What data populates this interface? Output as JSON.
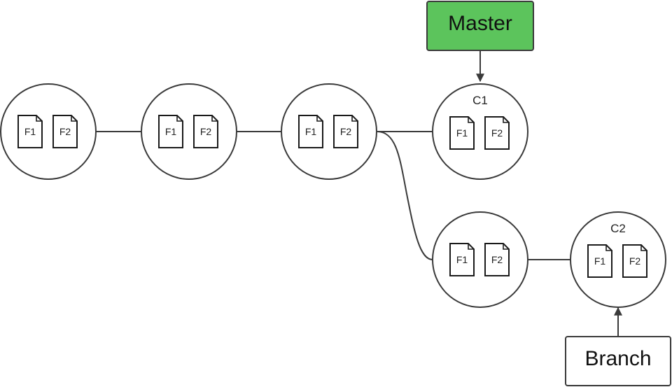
{
  "colors": {
    "master_fill": "#5cc45c",
    "branch_fill": "#ffffff",
    "line": "#3a3a3a",
    "node_fill": "#ffffff"
  },
  "refs": {
    "master": {
      "label": "Master",
      "icon": "arrow-down-icon"
    },
    "branch": {
      "label": "Branch",
      "icon": "arrow-up-icon"
    }
  },
  "commits": [
    {
      "id": "commit-1",
      "label": "",
      "files": [
        "F1",
        "F2"
      ]
    },
    {
      "id": "commit-2",
      "label": "",
      "files": [
        "F1",
        "F2"
      ]
    },
    {
      "id": "commit-3",
      "label": "",
      "files": [
        "F1",
        "F2"
      ]
    },
    {
      "id": "commit-c1",
      "label": "C1",
      "files": [
        "F1",
        "F2"
      ]
    },
    {
      "id": "commit-4",
      "label": "",
      "files": [
        "F1",
        "F2"
      ]
    },
    {
      "id": "commit-c2",
      "label": "C2",
      "files": [
        "F1",
        "F2"
      ]
    }
  ],
  "edges": [
    {
      "from": "commit-1",
      "to": "commit-2"
    },
    {
      "from": "commit-2",
      "to": "commit-3"
    },
    {
      "from": "commit-3",
      "to": "commit-c1"
    },
    {
      "from": "commit-3",
      "to": "commit-4"
    },
    {
      "from": "commit-4",
      "to": "commit-c2"
    }
  ],
  "file_icon": "file-icon"
}
